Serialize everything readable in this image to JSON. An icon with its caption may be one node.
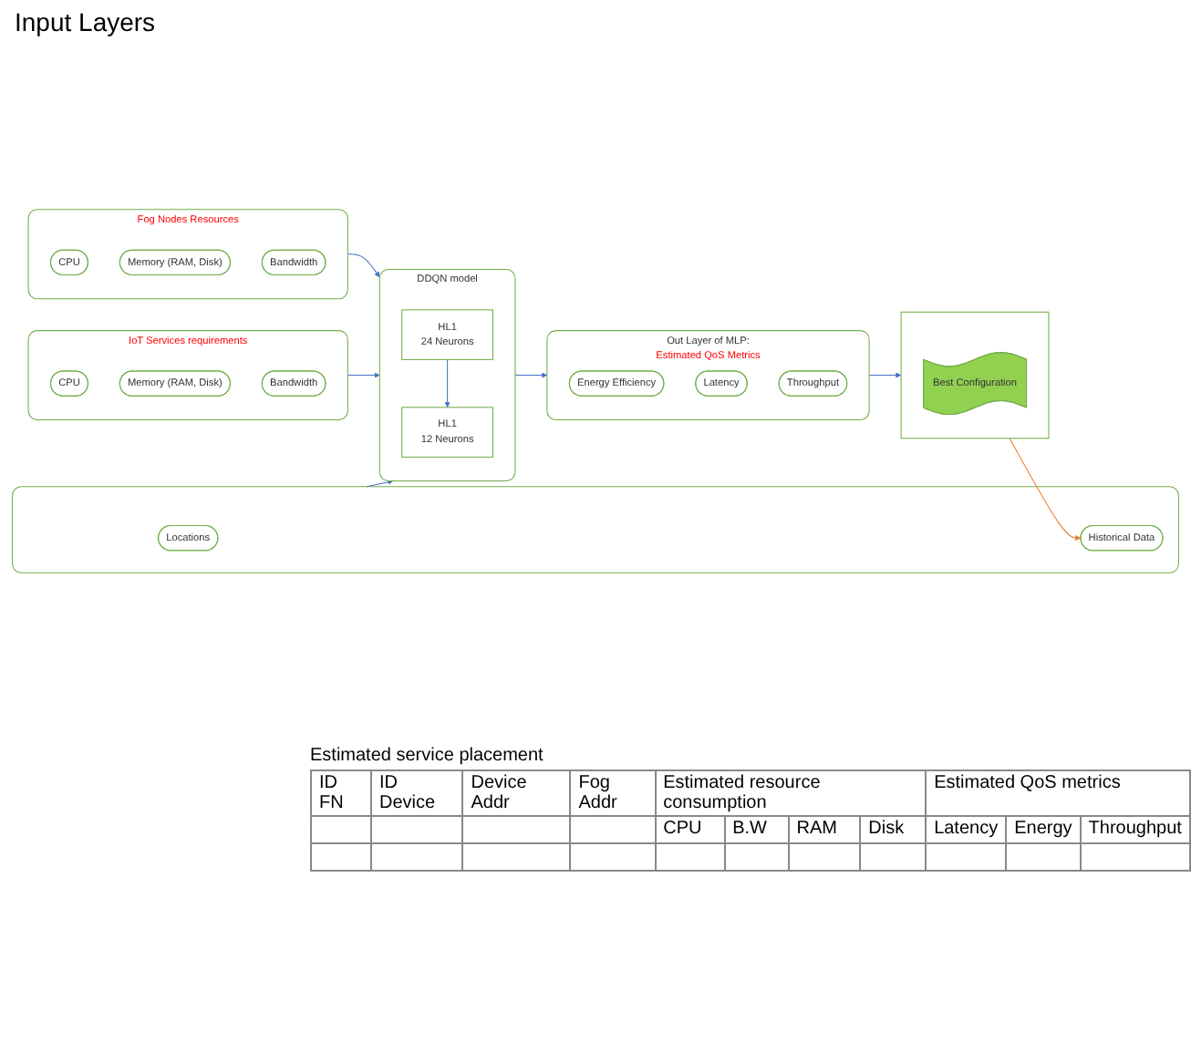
{
  "diagram": {
    "title": "Input Layers",
    "nodes": [
      {
        "text": [
          "Fog Nodes Resources"
        ]
      },
      {
        "text": [
          "CPU"
        ],
        "in": 0
      },
      {
        "text": [
          "Memory (RAM, Disk)"
        ],
        "in": 0
      },
      {
        "text": [
          "Bandwidth"
        ],
        "in": 0
      },
      {
        "text": [
          "IoT Services requirements"
        ]
      },
      {
        "text": [
          "CPU"
        ],
        "in": 4
      },
      {
        "text": [
          "Memory (RAM, Disk)"
        ],
        "in": 4
      },
      {
        "text": [
          "Bandwidth"
        ],
        "in": 4
      },
      {
        "text": [],
        "shape": "box"
      },
      {
        "text": [
          "Locations"
        ],
        "in": 8
      },
      {
        "text": [
          "Historical Data"
        ],
        "in": 8
      },
      {
        "text": [
          "DDQN model"
        ]
      },
      {
        "text": [
          "HL1",
          "24 Neurons"
        ],
        "in": 11
      },
      {
        "text": [
          "HL1",
          "12 Neurons"
        ],
        "in": 11
      },
      {
        "text": [
          "Out Layer of MLP:",
          "Estimated QoS Metrics"
        ]
      },
      {
        "text": [
          "Energy Efficiency"
        ],
        "in": 14
      },
      {
        "text": [
          "Latency"
        ],
        "in": 14
      },
      {
        "text": [
          "Throughput"
        ],
        "in": 14
      },
      {
        "text": [],
        "shape": "pentagon"
      },
      {
        "text": [
          "Best Configuration"
        ],
        "in": 18
      }
    ],
    "edges": [
      {
        "from": 0,
        "to": 11,
        "arrow": "to"
      },
      {
        "from": 4,
        "to": 11,
        "arrow": "to"
      },
      {
        "from": 8,
        "to": 11,
        "arrow": "to"
      },
      {
        "from": 12,
        "to": 13,
        "arrow": "to"
      },
      {
        "from": 11,
        "to": 14,
        "arrow": "to"
      },
      {
        "from": 14,
        "to": 18,
        "arrow": "to"
      },
      {
        "from": 18,
        "to": 10,
        "arrow": "to",
        "color": "#ed7d31"
      }
    ],
    "labels": [
      "Estimated service placement",
      "ID FN",
      "ID Device",
      "Device Addr",
      "Fog Addr",
      "Estimated resource consumption",
      "Estimated QoS metrics",
      "CPU",
      "B.W",
      "RAM",
      "Disk",
      "Latency",
      "Energy",
      "Throughput"
    ]
  }
}
